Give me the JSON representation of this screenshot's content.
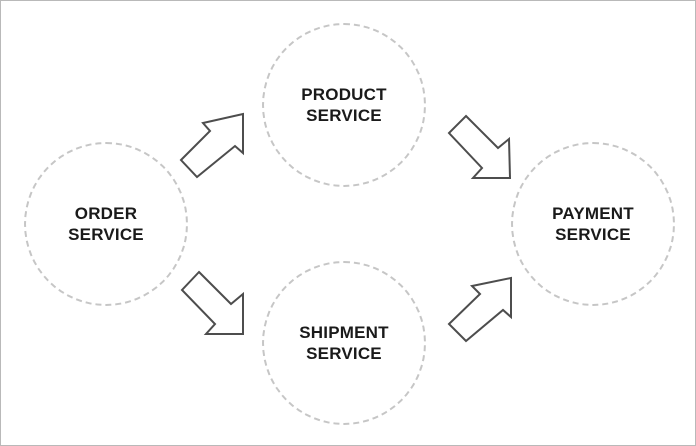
{
  "diagram": {
    "nodes": [
      {
        "id": "order",
        "label": "ORDER\nSERVICE"
      },
      {
        "id": "product",
        "label": "PRODUCT\nSERVICE"
      },
      {
        "id": "shipment",
        "label": "SHIPMENT\nSERVICE"
      },
      {
        "id": "payment",
        "label": "PAYMENT\nSERVICE"
      }
    ],
    "edges": [
      {
        "from": "order",
        "to": "product"
      },
      {
        "from": "order",
        "to": "shipment"
      },
      {
        "from": "product",
        "to": "payment"
      },
      {
        "from": "shipment",
        "to": "payment"
      }
    ],
    "colors": {
      "node_border": "#c6c6c6",
      "arrow_stroke": "#4d4d4d",
      "frame_border": "#b9b9b9",
      "text": "#1a1a1a"
    }
  }
}
